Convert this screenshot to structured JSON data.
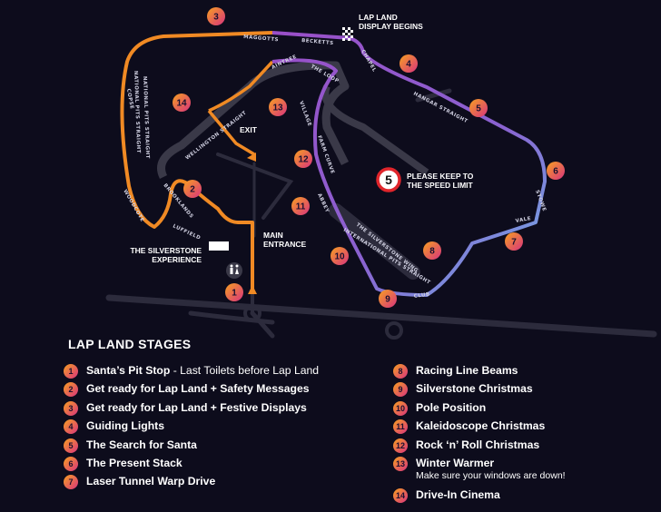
{
  "map": {
    "lap_land_display_begins": [
      "LAP LAND",
      "DISPLAY BEGINS"
    ],
    "speed_limit_number": "5",
    "speed_limit_text": [
      "PLEASE KEEP TO",
      "THE SPEED LIMIT"
    ],
    "exit_label": "EXIT",
    "main_entrance_label": [
      "MAIN",
      "ENTRANCE"
    ],
    "silverstone_experience_label": [
      "THE SILVERSTONE",
      "EXPERIENCE"
    ],
    "toilets_icon": "toilets-icon",
    "corner_names": [
      "MAGGOTTS",
      "BECKETTS",
      "CHAPEL",
      "HANGAR STRAIGHT",
      "STOWE",
      "VALE",
      "CLUB",
      "INTERNATIONAL PITS STRAIGHT",
      "THE SILVERSTONE WING",
      "ABBEY",
      "FARM CURVE",
      "VILLAGE",
      "THE LOOP",
      "AINTREE",
      "WELLINGTON STRAIGHT",
      "BROOKLANDS",
      "LUFFIELD",
      "WOODCOTE",
      "NATIONAL PITS STRAIGHT",
      "NATIONAL PITS STRAIGHT",
      "COPSE"
    ],
    "stage_markers": [
      "1",
      "2",
      "3",
      "4",
      "5",
      "6",
      "7",
      "8",
      "9",
      "10",
      "11",
      "12",
      "13",
      "14"
    ],
    "colors": {
      "background": "#0d0c1c",
      "route_orange": "#f08a24",
      "route_purple": "#9a4fc8",
      "route_blue": "#6fb3e8",
      "badge_gradient": [
        "#f7a021",
        "#d8337e"
      ],
      "speed_sign_red": "#e0252b"
    }
  },
  "legend": {
    "title": "LAP LAND STAGES",
    "left": [
      {
        "num": "1",
        "text": "Santa’s Pit Stop",
        "extra": " - Last Toilets before Lap Land"
      },
      {
        "num": "2",
        "text": "Get ready for Lap Land + Safety Messages"
      },
      {
        "num": "3",
        "text": "Get ready for Lap Land + Festive Displays"
      },
      {
        "num": "4",
        "text": "Guiding Lights"
      },
      {
        "num": "5",
        "text": "The Search for Santa"
      },
      {
        "num": "6",
        "text": "The Present Stack"
      },
      {
        "num": "7",
        "text": "Laser Tunnel Warp Drive"
      }
    ],
    "right": [
      {
        "num": "8",
        "text": "Racing Line Beams"
      },
      {
        "num": "9",
        "text": "Silverstone Christmas"
      },
      {
        "num": "10",
        "text": "Pole Position"
      },
      {
        "num": "11",
        "text": "Kaleidoscope Christmas"
      },
      {
        "num": "12",
        "text": "Rock ‘n’ Roll Christmas"
      },
      {
        "num": "13",
        "text": "Winter Warmer",
        "sub": "Make sure your windows are down!"
      },
      {
        "num": "14",
        "text": "Drive-In Cinema"
      }
    ]
  }
}
